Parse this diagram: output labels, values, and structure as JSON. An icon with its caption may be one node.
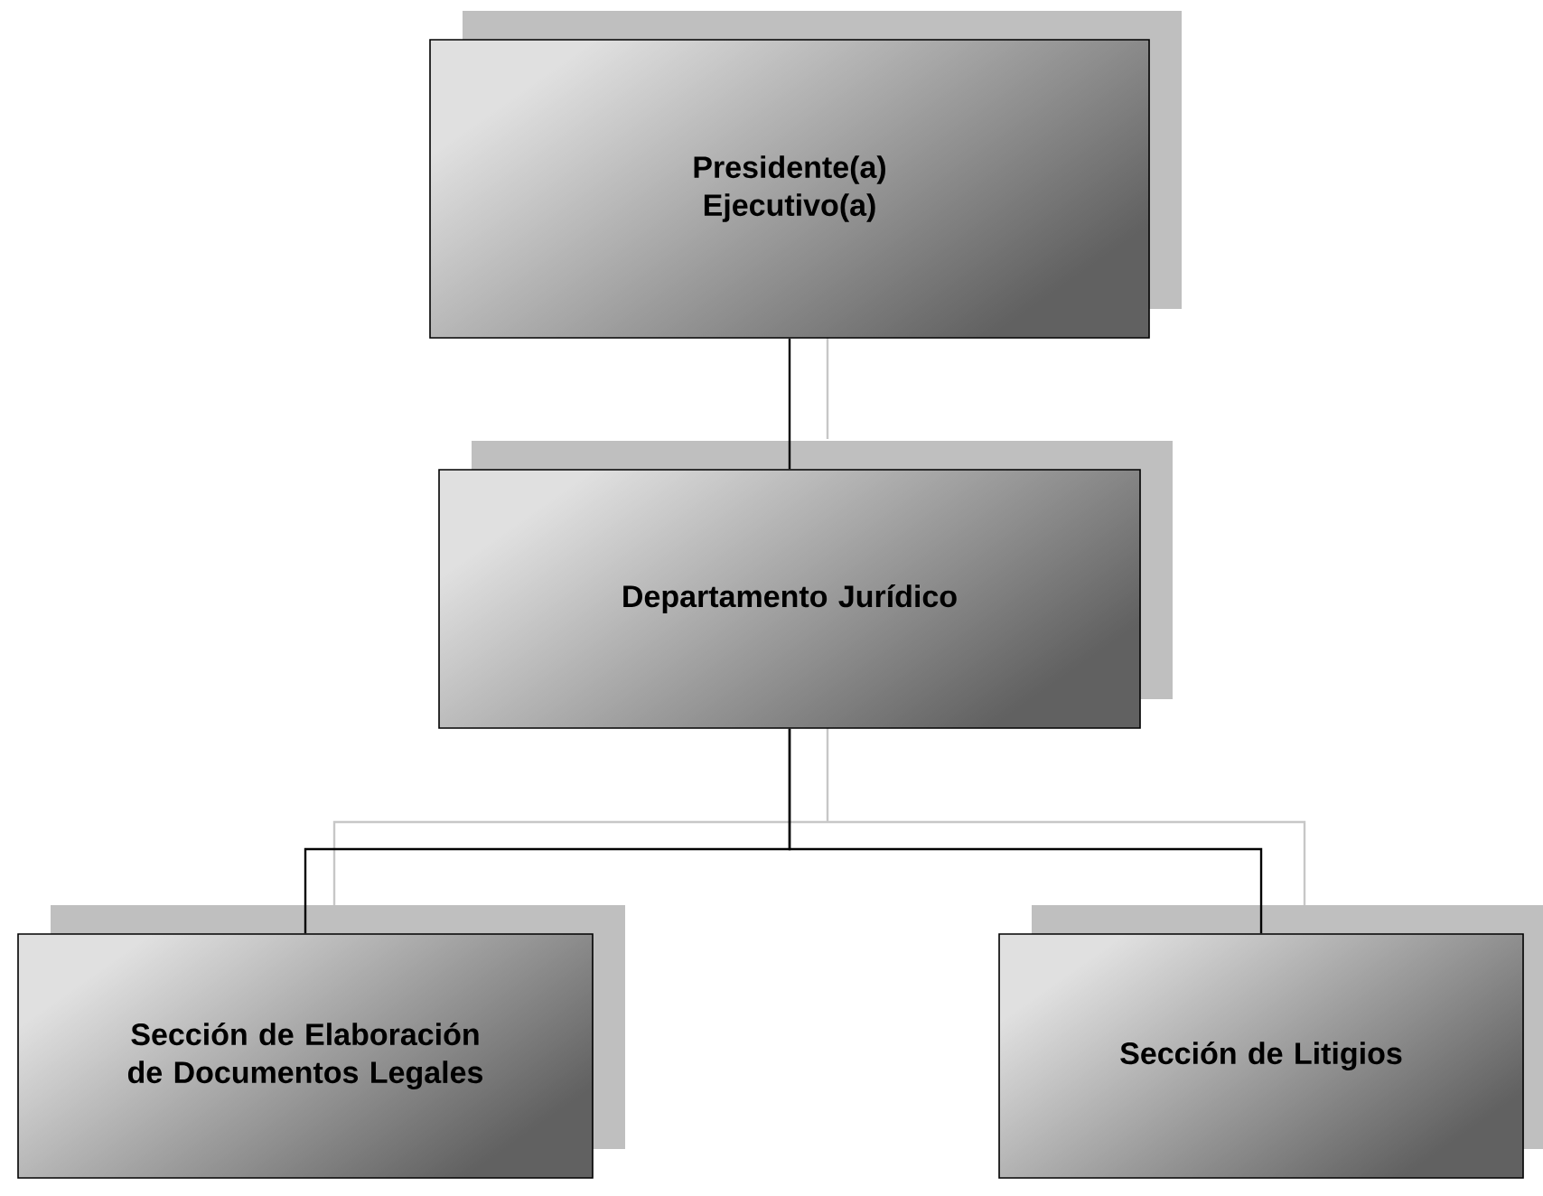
{
  "diagram": {
    "nodes": [
      {
        "text": [
          "Presidente(a) Ejecutivo(a)"
        ]
      },
      {
        "text": [
          "Departamento Jurídico"
        ]
      },
      {
        "text": [
          "Sección de Elaboración de Documentos Legales"
        ]
      },
      {
        "text": [
          "Sección de Litigios"
        ]
      }
    ],
    "edges": [
      {
        "from": 0,
        "to": 1,
        "arrow": "none"
      },
      {
        "from": 1,
        "to": 2,
        "arrow": "none"
      },
      {
        "from": 1,
        "to": 3,
        "arrow": "none"
      }
    ]
  }
}
